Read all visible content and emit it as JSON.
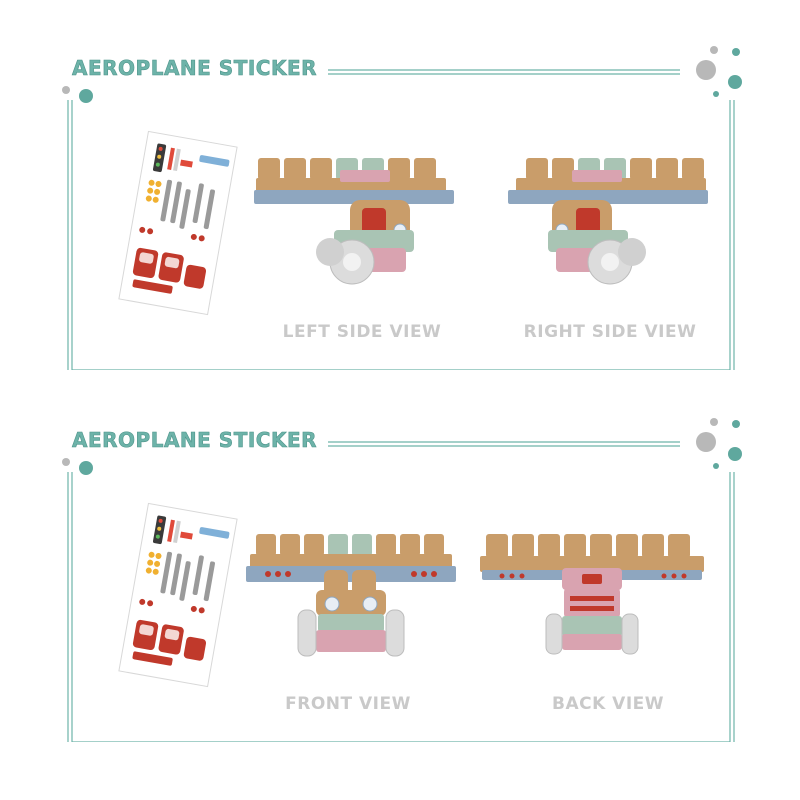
{
  "colors": {
    "frame": "#6db3a9",
    "dot_teal": "#5fa89e",
    "dot_gray": "#b8b8b8",
    "label": "#c9c9c9",
    "wood": "#c99d6a",
    "blue_block": "#8ea6bf",
    "green_block": "#a9c4b4",
    "pink_block": "#d9a3b0",
    "wheel": "#dcdcdc"
  },
  "sections": [
    {
      "title": "AEROPLANE STICKER",
      "views": [
        {
          "label": "LEFT SIDE VIEW"
        },
        {
          "label": "RIGHT SIDE VIEW"
        }
      ]
    },
    {
      "title": "AEROPLANE STICKER",
      "views": [
        {
          "label": "FRONT VIEW"
        },
        {
          "label": "BACK VIEW"
        }
      ]
    }
  ]
}
